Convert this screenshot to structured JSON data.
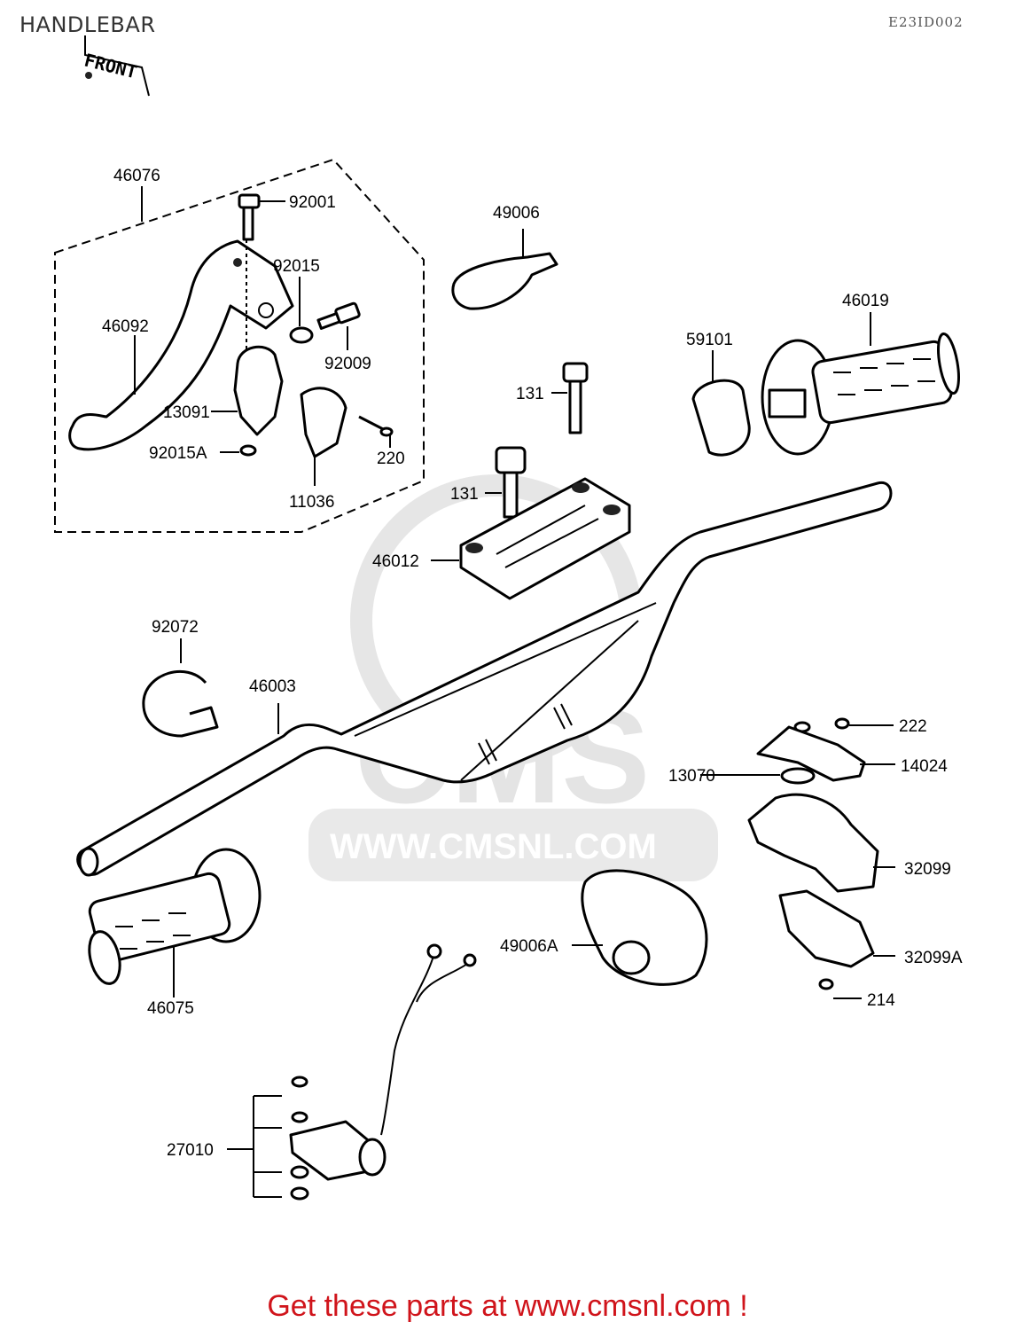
{
  "header": {
    "title": "HANDLEBAR",
    "code": "E23ID002"
  },
  "diagram": {
    "front_marker": "FRONT",
    "watermark_site": "WWW.CMSNL.COM",
    "watermark_brand": "CMS",
    "callouts": {
      "c46076": "46076",
      "c92001": "92001",
      "c92015": "92015",
      "c46092": "46092",
      "c92009": "92009",
      "c13091": "13091",
      "c92015A": "92015A",
      "c220": "220",
      "c11036": "11036",
      "c49006": "49006",
      "c46019": "46019",
      "c59101": "59101",
      "c131a": "131",
      "c131b": "131",
      "c46012": "46012",
      "c92072": "92072",
      "c46003": "46003",
      "c222": "222",
      "c14024": "14024",
      "c13070": "13070",
      "c32099": "32099",
      "c49006A": "49006A",
      "c32099A": "32099A",
      "c214": "214",
      "c46075": "46075",
      "c27010": "27010"
    }
  },
  "footer": {
    "cta": "Get these parts at www.cmsnl.com !"
  },
  "colors": {
    "cta": "#d0141b",
    "ink": "#000000",
    "watermark": "#e4e4e4"
  }
}
